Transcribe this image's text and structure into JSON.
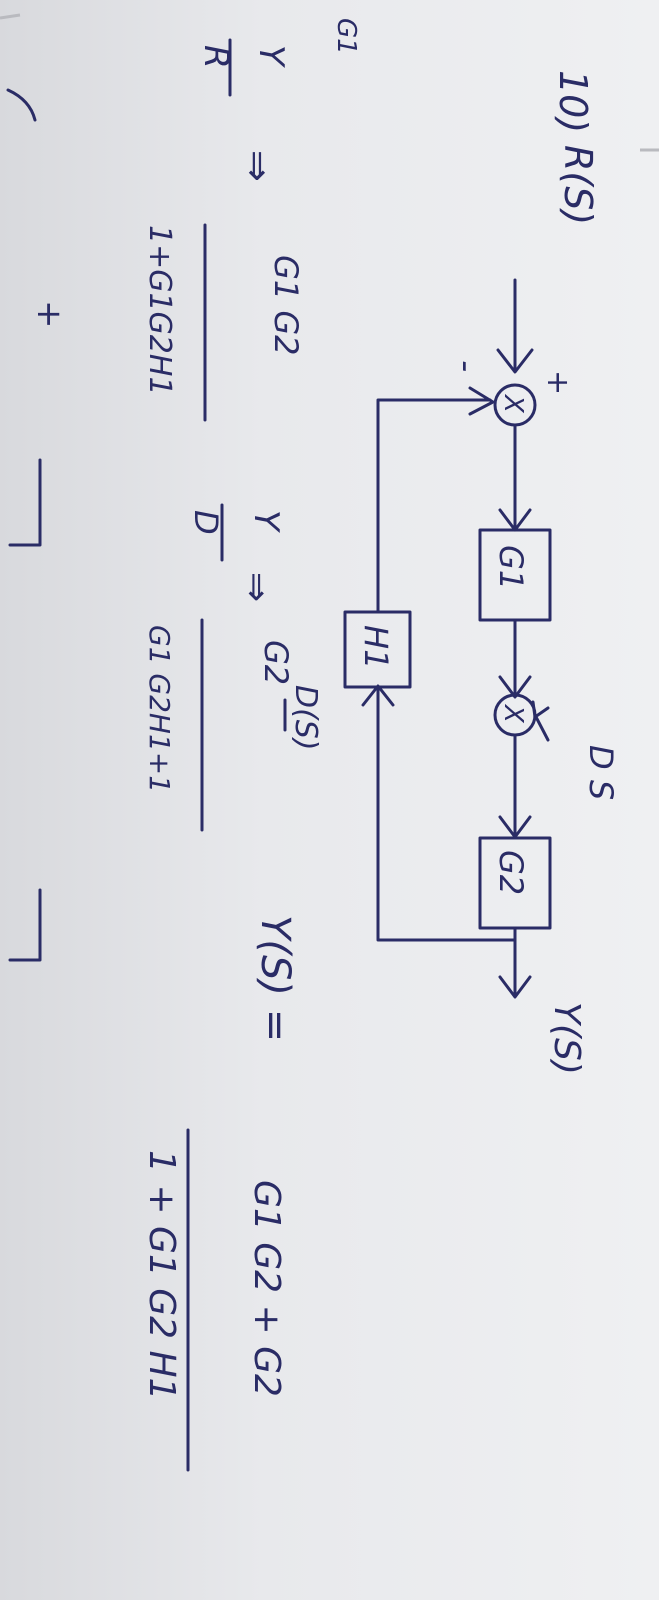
{
  "problem": {
    "number": "10)"
  },
  "diagram": {
    "input_label": "R(S)",
    "output_label": "Y(S)",
    "disturbance_top": "D S",
    "disturbance_bottom": "D(S)",
    "plus_sign": "+",
    "minus_sign": "-",
    "sum_symbol": "X",
    "block_g1": "G1",
    "block_g2": "G2",
    "block_h1": "H1"
  },
  "equations": {
    "yr_num": "Y",
    "yr_den": "R",
    "yr_implies": "⇒",
    "yr_tf_num": "G1 G2",
    "yr_tf_den": "1+G1G2H1",
    "yd_num": "Y",
    "yd_den": "D",
    "yd_implies": "⇒",
    "yd_tf_num": "G2",
    "yd_tf_den": "G1 G2H1+1",
    "total_lhs": "Y(S) =",
    "total_num": "G1 G2 + G2",
    "total_den": "1 + G1 G2 H1"
  },
  "margin": {
    "left_mark": "G1",
    "bottom_plus": "+"
  }
}
